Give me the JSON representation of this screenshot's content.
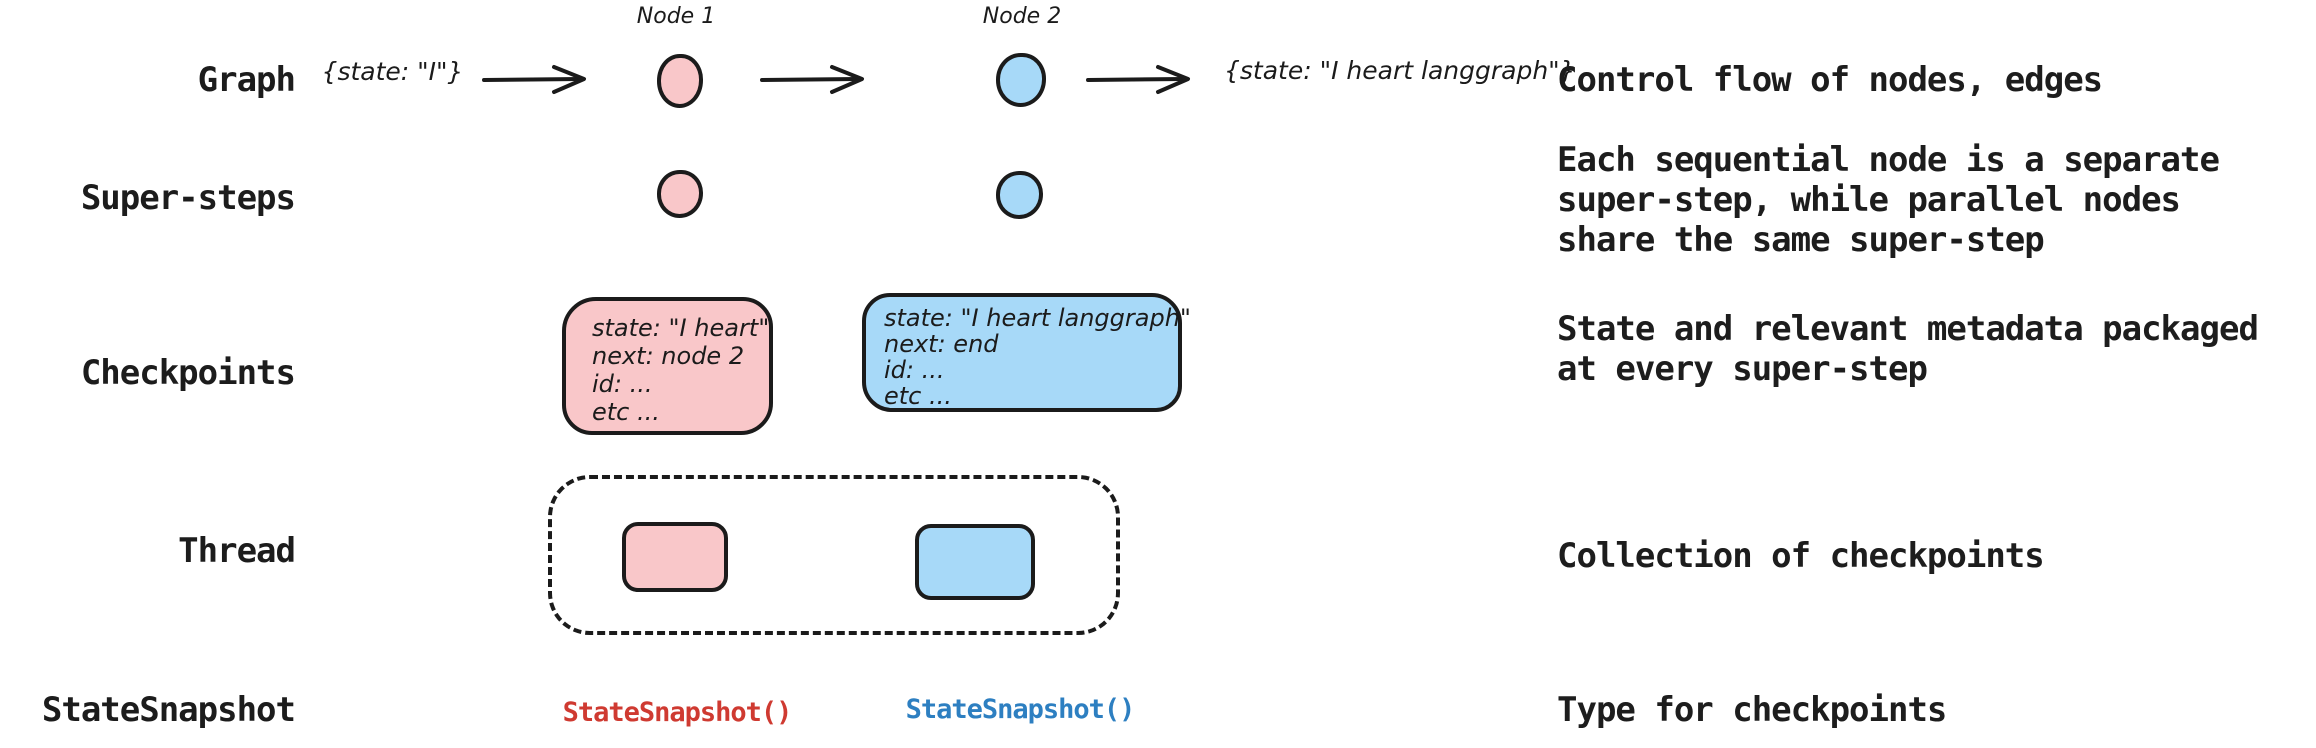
{
  "colors": {
    "node_pink": "#f9c7c9",
    "node_blue": "#a7d9f8",
    "outline": "#1b1b1b",
    "text": "#1d1d1d",
    "snapshot_red": "#cf3a31",
    "snapshot_blue": "#2d7fc1"
  },
  "rows": {
    "graph": {
      "label": "Graph",
      "description": [
        "Control flow of nodes, edges"
      ]
    },
    "supersteps": {
      "label": "Super-steps",
      "description": [
        "Each sequential node is a separate",
        "super-step, while parallel nodes",
        "share the same super-step"
      ]
    },
    "checkpoints": {
      "label": "Checkpoints",
      "description": [
        "State and relevant metadata packaged",
        "at every super-step"
      ]
    },
    "thread": {
      "label": "Thread",
      "description": [
        "Collection of checkpoints"
      ]
    },
    "statesnapshot": {
      "label": "StateSnapshot",
      "description": [
        "Type for checkpoints"
      ]
    }
  },
  "graph_flow": {
    "input_state": "{state: \"I\"}",
    "node1_label": "Node 1",
    "node2_label": "Node 2",
    "output_state": "{state: \"I heart langgraph\"}"
  },
  "checkpoint_node1": {
    "lines": [
      "state: \"I heart\"",
      "next: node 2",
      "id: ...",
      "etc ..."
    ]
  },
  "checkpoint_node2": {
    "lines": [
      "state: \"I heart langgraph\"",
      "next: end",
      "id: ...",
      "etc ..."
    ]
  },
  "snapshots": {
    "node1": "StateSnapshot()",
    "node2": "StateSnapshot()"
  }
}
